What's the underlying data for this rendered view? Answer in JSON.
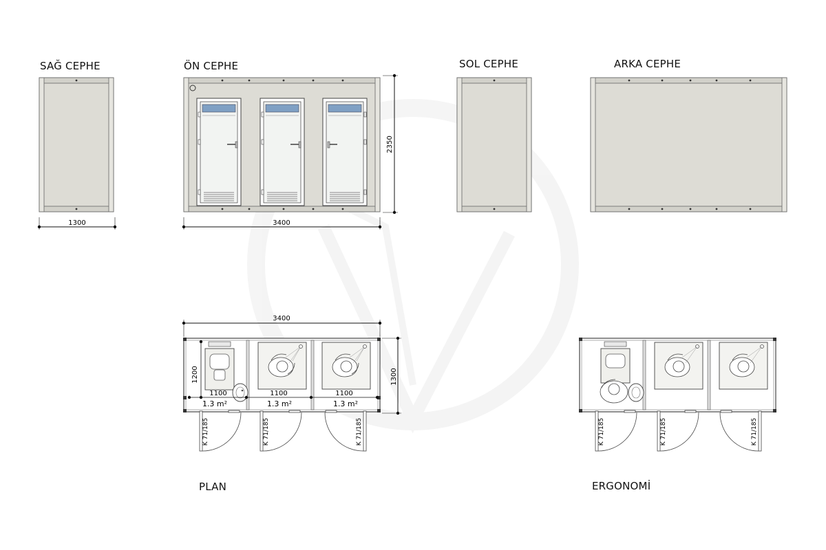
{
  "titles": {
    "right_elevation": "SAĞ CEPHE",
    "front_elevation": "ÖN CEPHE",
    "left_elevation": "SOL CEPHE",
    "rear_elevation": "ARKA CEPHE",
    "plan": "PLAN",
    "ergonomics": "ERGONOMİ"
  },
  "dimensions": {
    "right_width": "1300",
    "front_width": "3400",
    "front_height": "2350",
    "plan_width": "3400",
    "plan_depth": "1300",
    "cabin_depth": "1200",
    "cabin_widths": [
      "1100",
      "1100",
      "1100"
    ],
    "cabin_areas": [
      "1.3 m²",
      "1.3 m²",
      "1.3 m²"
    ]
  },
  "door_codes": {
    "plan": [
      "K 71/185",
      "K 71/185",
      "K 71/185"
    ],
    "ergonomics": [
      "K 71/185",
      "K 71/185",
      "K 71/185"
    ]
  },
  "colors": {
    "panel_fill": "#dddcd5",
    "frame": "#555555",
    "glass": "#f2f4f2",
    "vent": "#7fa0c4",
    "watermark": "#ececec"
  }
}
